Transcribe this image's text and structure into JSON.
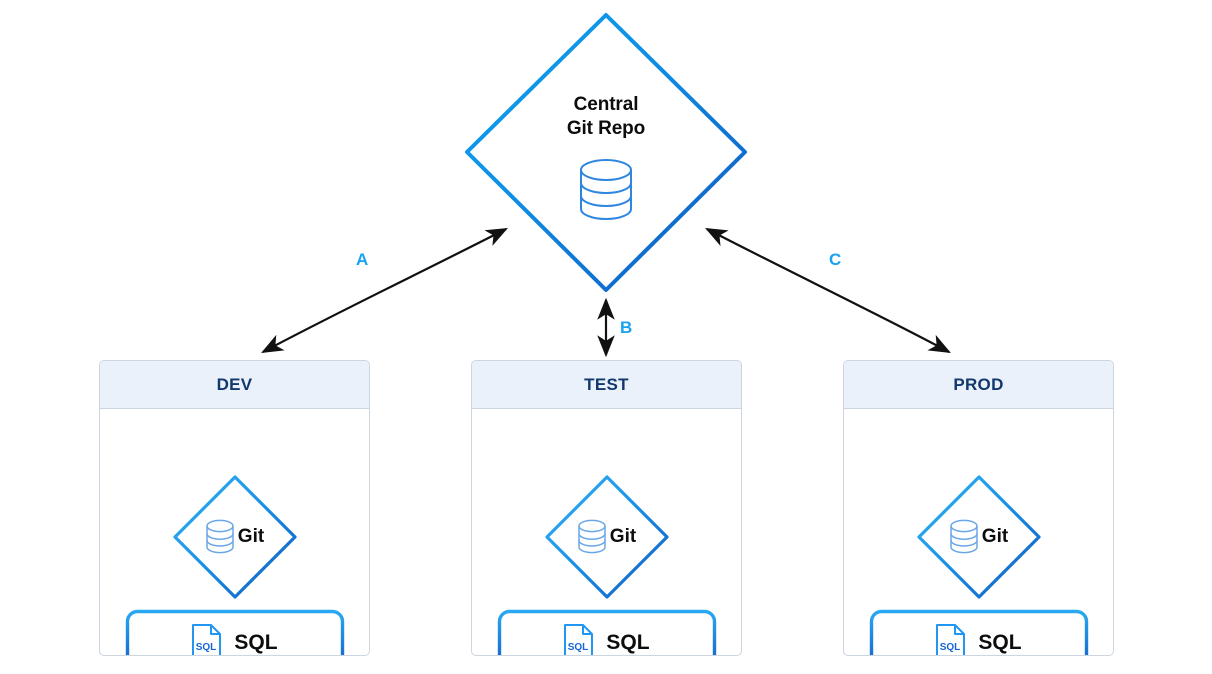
{
  "diagram": {
    "title_hidden": "",
    "central": {
      "name": "central-git-repo",
      "label_line1": "Central",
      "label_line2": "Git Repo",
      "icon": "database-cylinder-icon",
      "stroke_light": "#0fa3f0",
      "stroke_dark": "#1260c8"
    },
    "connectors": [
      {
        "id": "A",
        "label": "A",
        "from": "dev",
        "to": "central-git-repo",
        "style": "curved-double-arrow",
        "color": "#17a3f0"
      },
      {
        "id": "B",
        "label": "B",
        "from": "test",
        "to": "central-git-repo",
        "style": "straight-double-arrow",
        "color": "#17a3f0"
      },
      {
        "id": "C",
        "label": "C",
        "from": "prod",
        "to": "central-git-repo",
        "style": "curved-double-arrow",
        "color": "#17a3f0"
      }
    ],
    "environments": [
      {
        "key": "dev",
        "title": "DEV",
        "git": {
          "label": "Git",
          "icon": "database-cylinder-icon"
        },
        "sql": {
          "label": "SQL",
          "icon": "sql-file-icon",
          "icon_text": "SQL"
        }
      },
      {
        "key": "test",
        "title": "TEST",
        "git": {
          "label": "Git",
          "icon": "database-cylinder-icon"
        },
        "sql": {
          "label": "SQL",
          "icon": "sql-file-icon",
          "icon_text": "SQL"
        }
      },
      {
        "key": "prod",
        "title": "PROD",
        "git": {
          "label": "Git",
          "icon": "database-cylinder-icon"
        },
        "sql": {
          "label": "SQL",
          "icon": "sql-file-icon",
          "icon_text": "SQL"
        }
      }
    ],
    "colors": {
      "panel_header_bg": "#eaf1fb",
      "panel_border": "#ccd5e0",
      "panel_title": "#12386e",
      "accent_blue": "#17a3f0",
      "deep_blue": "#1260c8",
      "arrow_black": "#111111",
      "canvas_bg": "#ffffff"
    }
  }
}
